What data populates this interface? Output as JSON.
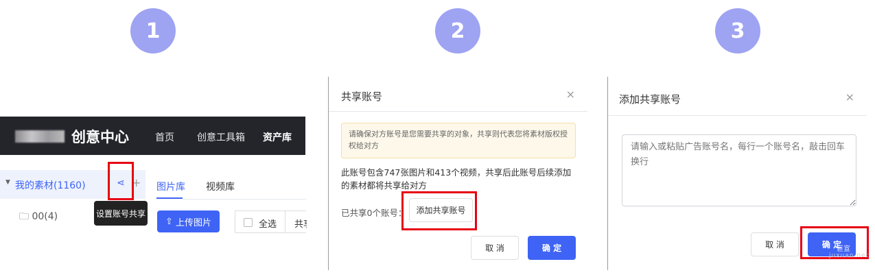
{
  "steps": [
    "1",
    "2",
    "3"
  ],
  "panel1": {
    "brand": "创意中心",
    "nav": [
      "首页",
      "创意工具箱",
      "资产库"
    ],
    "tree_root": "我的素材(1160)",
    "tree_child": "00(4)",
    "tooltip": "设置账号共享",
    "tabs": [
      "图片库",
      "视频库"
    ],
    "upload_label": "上传图片",
    "select_all": "全选",
    "share_cut": "共享"
  },
  "panel2": {
    "title": "共享账号",
    "close": "×",
    "notice": "请确保对方账号是您需要共享的对象，共享则代表您将素材版权授权给对方",
    "description": "此账号包含747张图片和413个视频，共享后此账号后续添加的素材都将共享给对方",
    "shared_count": "已共享0个账号：",
    "add_button": "添加共享账号",
    "cancel": "取 消",
    "ok": "确 定"
  },
  "panel3": {
    "title": "添加共享账号",
    "close": "×",
    "placeholder": "请输入或粘贴广告账号名，每行一个账号名，敲击回车换行",
    "cancel": "取 消",
    "ok": "确 定"
  },
  "watermark": {
    "cn": "巨宣",
    "url": "juxuan.net"
  },
  "colors": {
    "step": "#9ea3f2",
    "primary": "#3e63f5",
    "highlight": "#e60012",
    "nav": "#24252b"
  }
}
